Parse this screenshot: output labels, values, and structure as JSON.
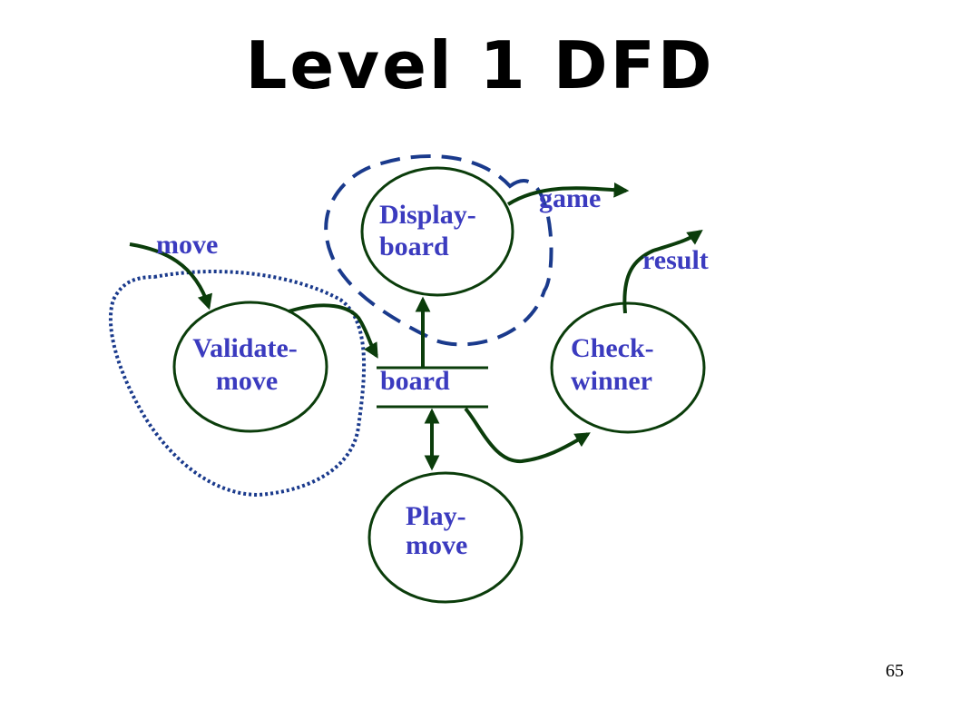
{
  "slide": {
    "title": "Level 1 DFD",
    "page_number": "65"
  },
  "colors": {
    "process_outline": "#0b3d0b",
    "flow_arrow": "#0b3d0b",
    "label_text": "#3b3bbf",
    "dashed_boundary": "#1a3a8c",
    "dotted_boundary": "#1a3a8c"
  },
  "diagram": {
    "processes": [
      {
        "id": "display-board",
        "line1": "Display-",
        "line2": "board"
      },
      {
        "id": "validate-move",
        "line1": "Validate-",
        "line2": "move"
      },
      {
        "id": "check-winner",
        "line1": "Check-",
        "line2": "winner"
      },
      {
        "id": "play-move",
        "line1": "Play-",
        "line2": "move"
      }
    ],
    "data_store": {
      "label": "board"
    },
    "flows": [
      {
        "id": "move",
        "label": "move"
      },
      {
        "id": "game",
        "label": "game"
      },
      {
        "id": "result",
        "label": "result"
      }
    ]
  }
}
